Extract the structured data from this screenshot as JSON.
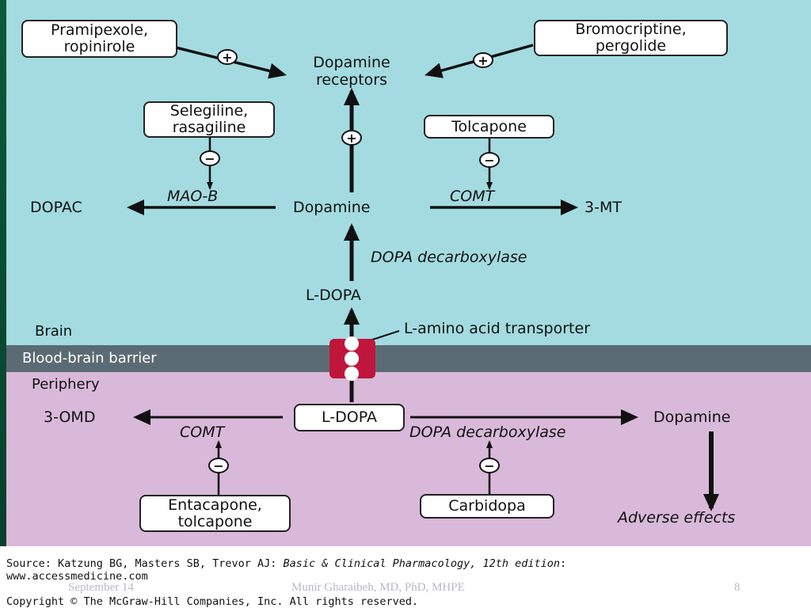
{
  "colors": {
    "brain": "#a3dbe1",
    "barrier": "#5b6b74",
    "periphery": "#d9b9d9",
    "arrow": "#111111"
  },
  "regions": {
    "brain": "Brain",
    "barrier": "Blood-brain barrier",
    "periphery": "Periphery"
  },
  "drugs": {
    "pramipexole": [
      "Pramipexole,",
      "ropinirole"
    ],
    "bromocriptine": [
      "Bromocriptine,",
      "pergolide"
    ],
    "selegiline": [
      "Selegiline,",
      "rasagiline"
    ],
    "tolcapone": "Tolcapone",
    "entacapone": [
      "Entacapone,",
      "tolcapone"
    ],
    "carbidopa": "Carbidopa"
  },
  "nodes": {
    "receptors": [
      "Dopamine",
      "receptors"
    ],
    "dopac": "DOPAC",
    "dopamine_brain": "Dopamine",
    "mt3": "3-MT",
    "ldopa_brain": "L-DOPA",
    "ldopa_periphery": "L-DOPA",
    "omd3": "3-OMD",
    "dopamine_periphery": "Dopamine",
    "adverse": "Adverse effects"
  },
  "enzymes": {
    "maob": "MAO-B",
    "comt_brain": "COMT",
    "ddc_brain": "DOPA decarboxylase",
    "comt_periphery": "COMT",
    "ddc_periphery": "DOPA decarboxylase"
  },
  "transporter": "L-amino acid transporter",
  "signs": {
    "plus": "+",
    "minus": "−"
  },
  "footer": {
    "source_prefix": "Source: Katzung BG, Masters SB, Trevor AJ: ",
    "source_title": "Basic & Clinical Pharmacology, 12th edition",
    "source_suffix": ":",
    "url": "www.accessmedicine.com",
    "copyright": "Copyright © The McGraw-Hill Companies, Inc. All rights reserved."
  },
  "slide": {
    "date": "September 14",
    "author": "Munir Gharaibeh, MD, PhD, MHPE",
    "page": "8"
  }
}
